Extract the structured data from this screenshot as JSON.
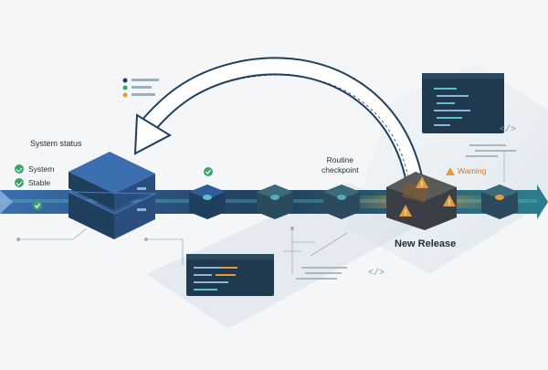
{
  "status_panel": {
    "title": "System status",
    "items": [
      {
        "label": "System",
        "icon": "check-circle-icon",
        "color": "#3aa56a"
      },
      {
        "label": "Stable",
        "icon": "check-circle-icon",
        "color": "#3aa56a"
      }
    ]
  },
  "checkpoint_label": "Routine checkpoint",
  "release_label": "New Release",
  "warning_label": "Warning",
  "code_icon_glyph": "</>",
  "colors": {
    "pipeline_dark": "#1f3f5c",
    "pipeline_accent": "#2d7e8c",
    "server_blue": "#2f5d99",
    "node_dark": "#2b4a5e",
    "node_teal_dot": "#5bc0c9",
    "warning_orange": "#e59a3c",
    "check_green": "#3aa56a",
    "panel_dark": "#1f3a4f"
  }
}
